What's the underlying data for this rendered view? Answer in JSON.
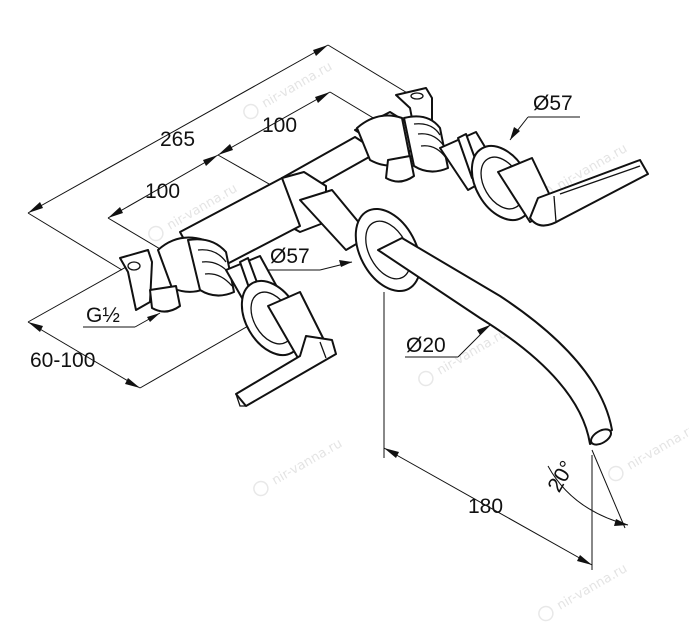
{
  "drawing": {
    "dimensions": {
      "overall_width": "265",
      "spacing_right": "100",
      "spacing_left": "100",
      "flange_right_dia": "Ø57",
      "flange_spout_dia": "Ø57",
      "connection_thread": "G½",
      "wall_depth": "60-100",
      "spout_dia": "Ø20",
      "spout_projection": "180",
      "spout_angle": "20°"
    },
    "watermark": "nir-vanna.ru"
  }
}
